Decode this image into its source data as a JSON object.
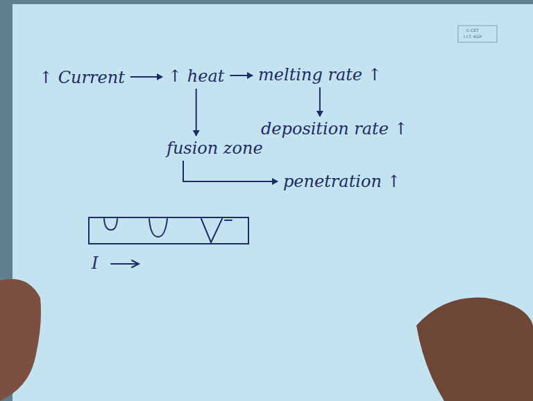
{
  "diagram": {
    "nodes": [
      {
        "text": [
          "↑ Current"
        ]
      },
      {
        "text": [
          "↑ heat"
        ]
      },
      {
        "text": [
          "melting rate ↑"
        ]
      },
      {
        "text": [
          "deposition rate ↑"
        ]
      },
      {
        "text": [
          "fusion zone"
        ]
      },
      {
        "text": [
          "penetration ↑"
        ]
      }
    ],
    "edges": [
      {
        "from": 0,
        "to": 1,
        "arrow": "to"
      },
      {
        "from": 1,
        "to": 2,
        "arrow": "to"
      },
      {
        "from": 2,
        "to": 3,
        "arrow": "to"
      },
      {
        "from": 1,
        "to": 4,
        "arrow": "to"
      },
      {
        "from": 4,
        "to": 5,
        "arrow": "to"
      }
    ],
    "labels": [
      "C-CET",
      "I.I.T. KGP",
      "I"
    ]
  }
}
